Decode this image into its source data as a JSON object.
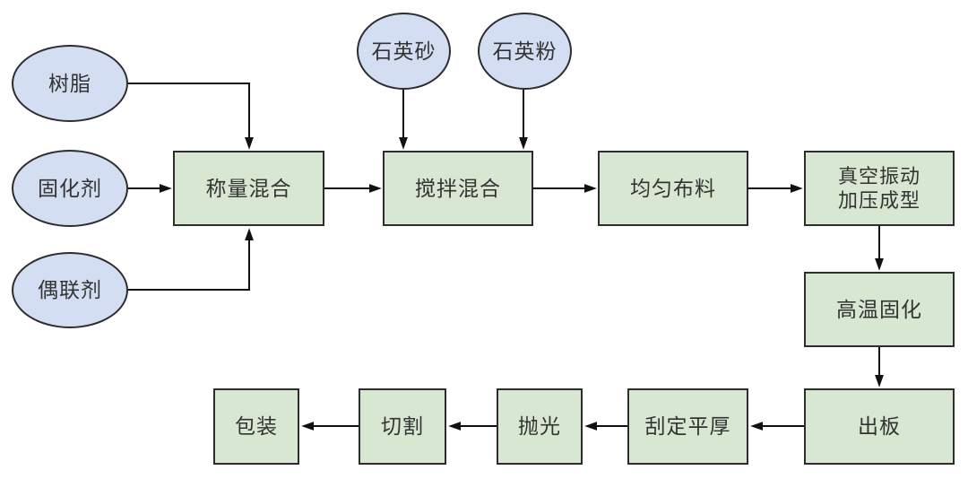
{
  "flowchart": {
    "input_nodes": [
      {
        "id": "resin",
        "label": "树脂"
      },
      {
        "id": "curing-agent",
        "label": "固化剂"
      },
      {
        "id": "coupling-agent",
        "label": "偶联剂"
      },
      {
        "id": "quartz-sand",
        "label": "石英砂"
      },
      {
        "id": "quartz-powder",
        "label": "石英粉"
      }
    ],
    "process_nodes": [
      {
        "id": "weigh-mix",
        "label": "称量混合"
      },
      {
        "id": "stir-mix",
        "label": "搅拌混合"
      },
      {
        "id": "uniform-spread",
        "label": "均匀布料"
      },
      {
        "id": "vacuum-press",
        "label": "真空振动\n加压成型"
      },
      {
        "id": "high-temp-cure",
        "label": "高温固化"
      },
      {
        "id": "board-out",
        "label": "出板"
      },
      {
        "id": "scrape-flat",
        "label": "刮定平厚"
      },
      {
        "id": "polish",
        "label": "抛光"
      },
      {
        "id": "cut",
        "label": "切割"
      },
      {
        "id": "package",
        "label": "包装"
      }
    ],
    "edges": [
      {
        "from": "resin",
        "to": "weigh-mix"
      },
      {
        "from": "curing-agent",
        "to": "weigh-mix"
      },
      {
        "from": "coupling-agent",
        "to": "weigh-mix"
      },
      {
        "from": "quartz-sand",
        "to": "stir-mix"
      },
      {
        "from": "quartz-powder",
        "to": "stir-mix"
      },
      {
        "from": "weigh-mix",
        "to": "stir-mix"
      },
      {
        "from": "stir-mix",
        "to": "uniform-spread"
      },
      {
        "from": "uniform-spread",
        "to": "vacuum-press"
      },
      {
        "from": "vacuum-press",
        "to": "high-temp-cure"
      },
      {
        "from": "high-temp-cure",
        "to": "board-out"
      },
      {
        "from": "board-out",
        "to": "scrape-flat"
      },
      {
        "from": "scrape-flat",
        "to": "polish"
      },
      {
        "from": "polish",
        "to": "cut"
      },
      {
        "from": "cut",
        "to": "package"
      }
    ],
    "colors": {
      "input_fill": "#d3def3",
      "process_fill": "#d7e7d1",
      "border": "#2d2d2d",
      "arrow": "#111111",
      "text": "#333333",
      "background": "#ffffff"
    }
  }
}
